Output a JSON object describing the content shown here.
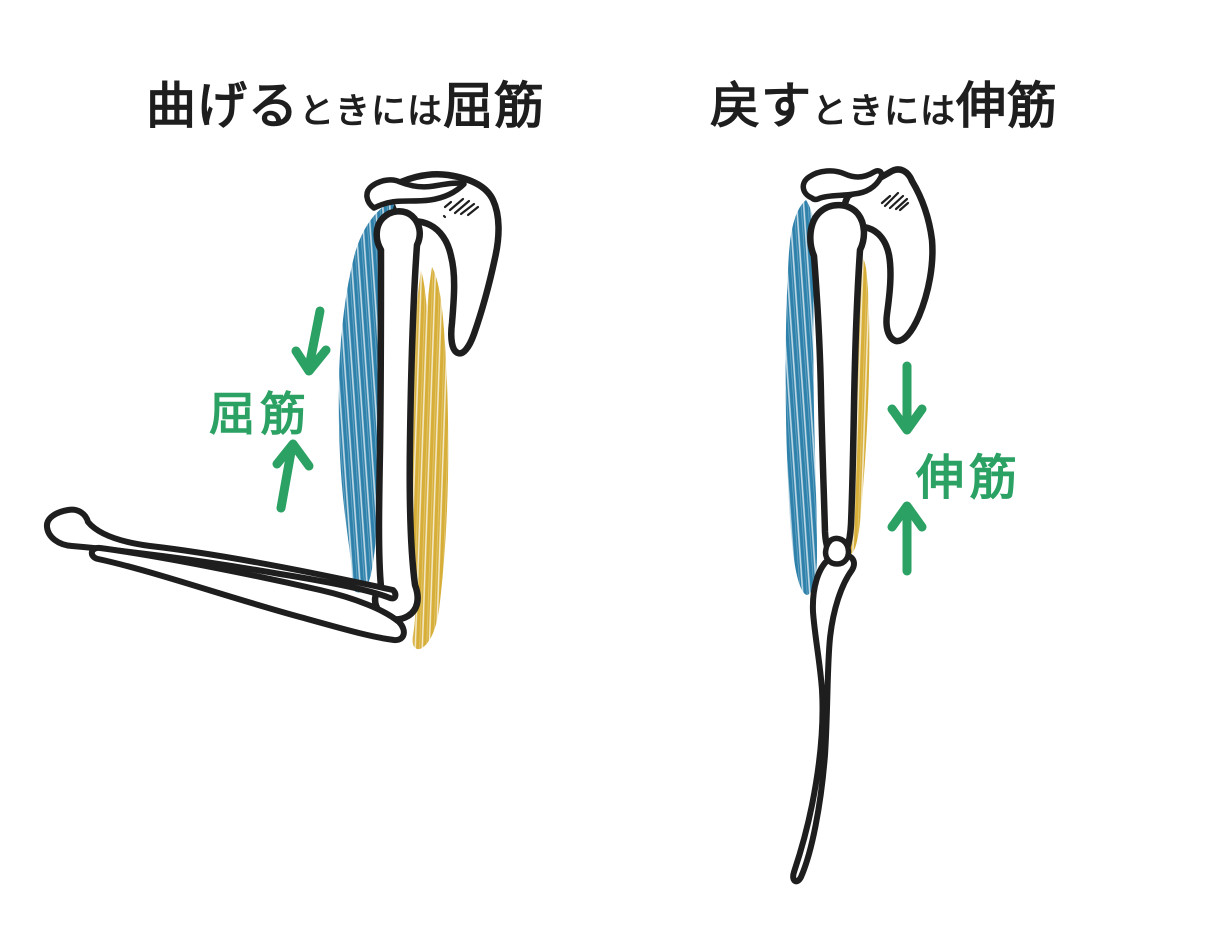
{
  "colors": {
    "sketch_black": "#1e1e1e",
    "bone_white": "#ffffff",
    "flexor_blue": "#2e81ab",
    "extensor_yellow": "#d6ae38",
    "label_green": "#2ba163",
    "background": "#ffffff"
  },
  "left_panel": {
    "title": {
      "segment_large_1": "曲げる",
      "segment_small": "ときには",
      "segment_large_2": "屈筋"
    },
    "muscle_label": "屈筋",
    "arrow_icons": [
      "down-arrow-icon",
      "up-arrow-icon"
    ],
    "pose": "arm bent at elbow, forearm horizontal"
  },
  "right_panel": {
    "title": {
      "segment_large_1": "戻す",
      "segment_small": "ときには",
      "segment_large_2": "伸筋"
    },
    "muscle_label": "伸筋",
    "arrow_icons": [
      "down-arrow-icon",
      "up-arrow-icon"
    ],
    "pose": "arm extended straight down"
  }
}
